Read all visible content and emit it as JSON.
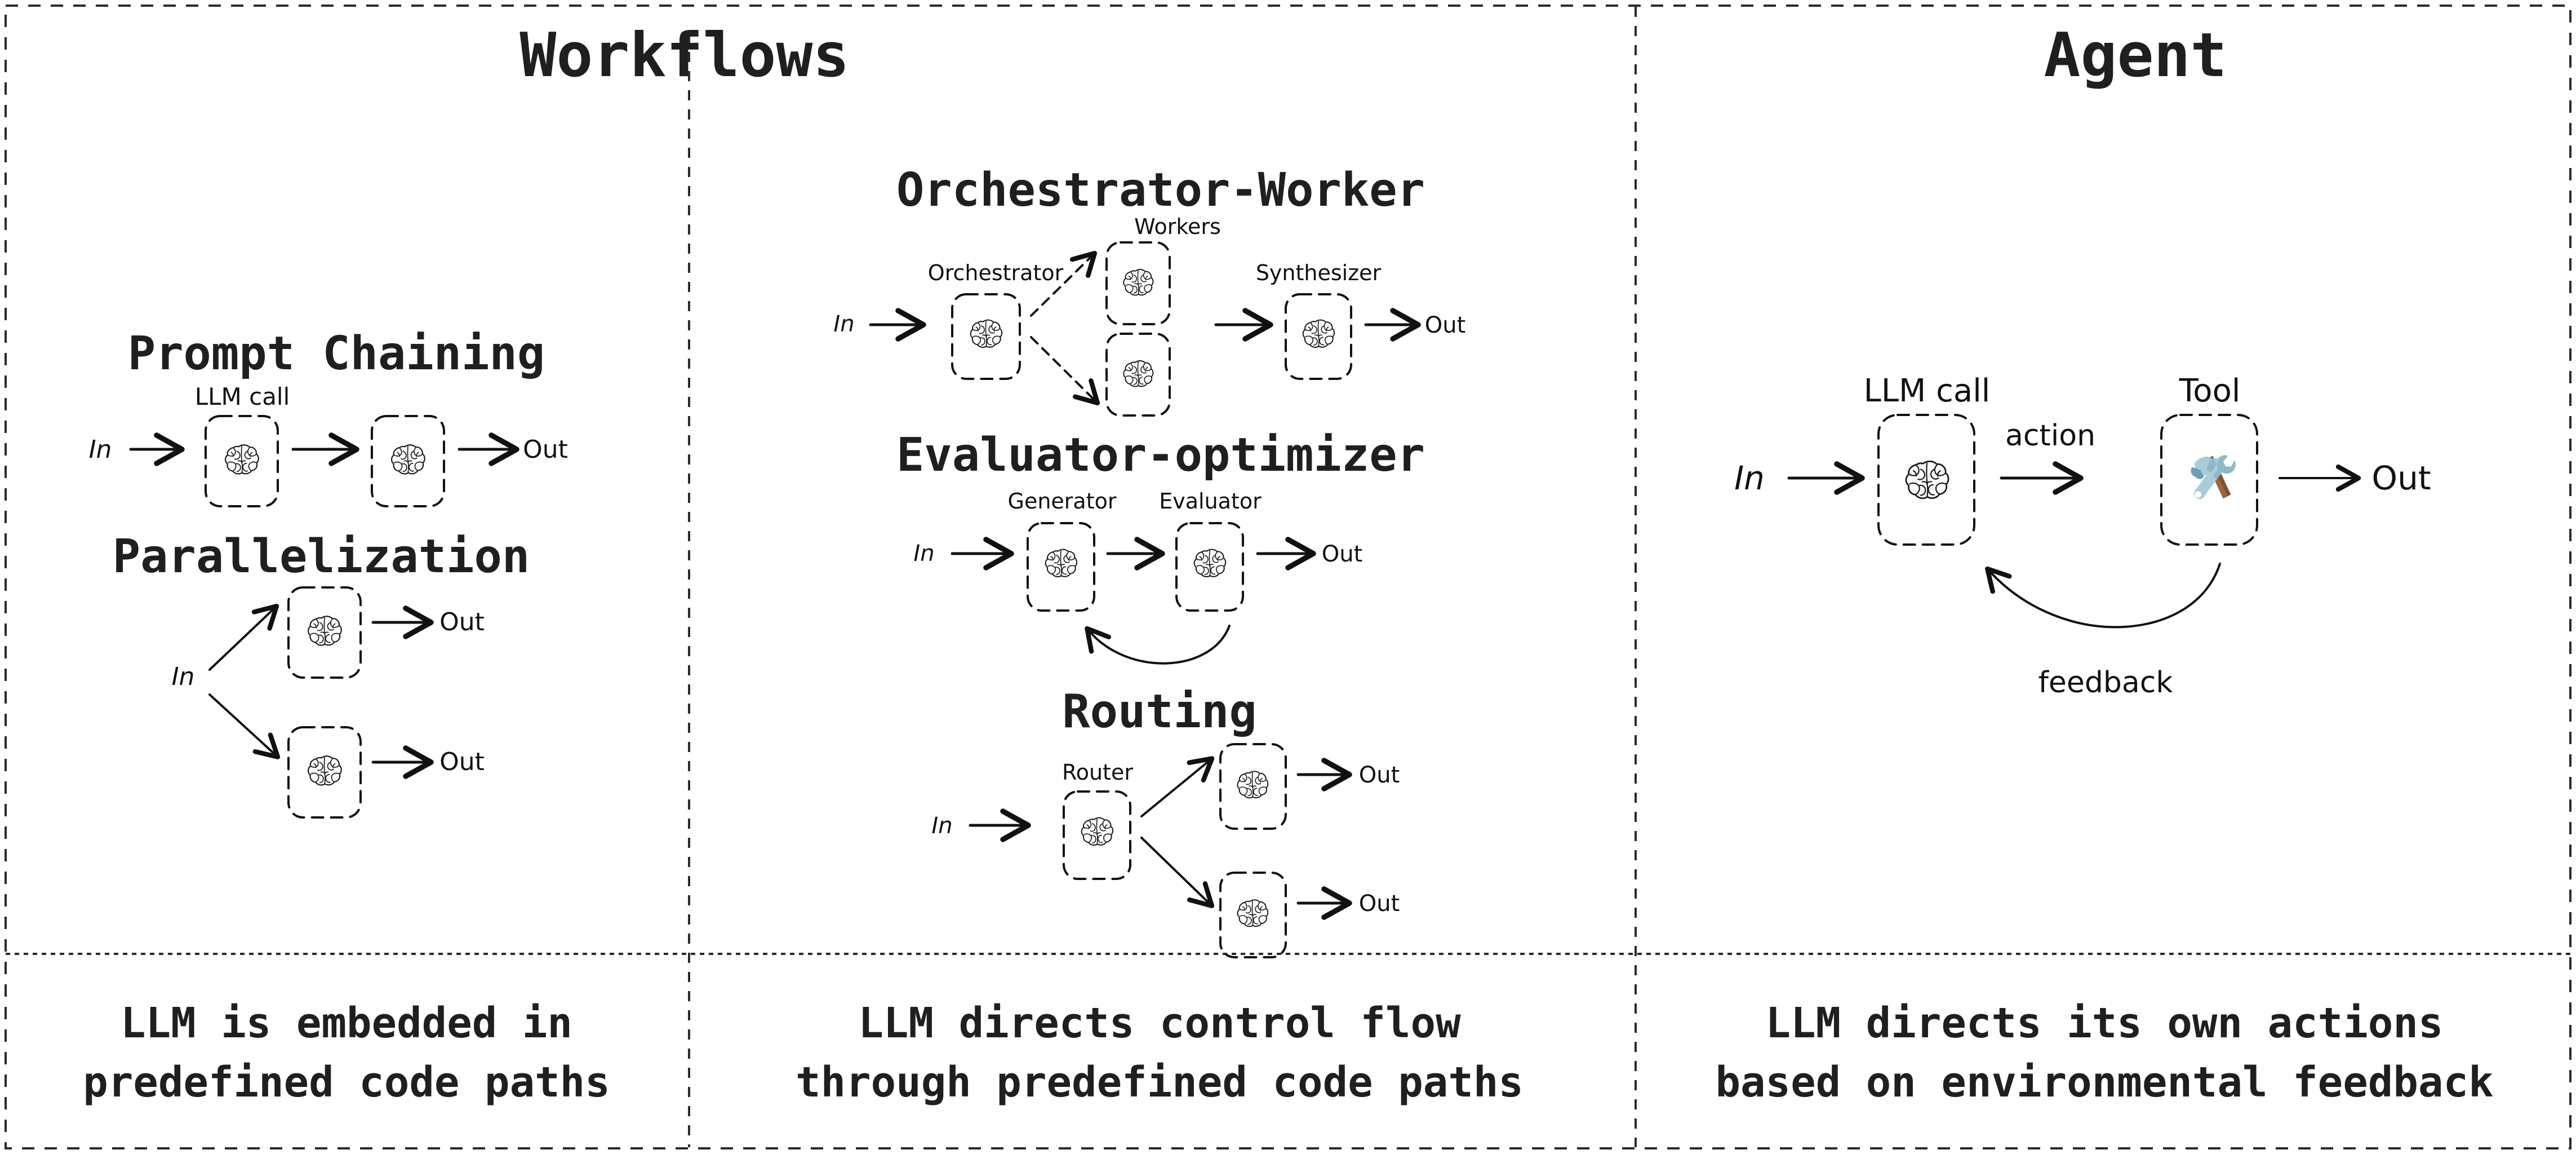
{
  "figure": {
    "type": "diagram",
    "subject": "LLM workflows versus agents reference diagram",
    "background": "#ffffff",
    "ink_color": "#1a1a1a"
  },
  "columns": {
    "workflows": {
      "heading": "Workflows",
      "caption_line1": "LLM is embedded in",
      "caption_line2": "predefined code paths"
    },
    "workflows_mid": {
      "caption_line1": "LLM directs control flow",
      "caption_line2": "through predefined code paths"
    },
    "agent": {
      "heading": "Agent",
      "caption_line1": "LLM directs its own actions",
      "caption_line2": "based on environmental feedback"
    }
  },
  "patterns": [
    {
      "id": "prompt-chaining",
      "title": "Prompt Chaining",
      "input_label": "In",
      "output_label": "Out",
      "node_labels": [
        "LLM call"
      ],
      "nodes": [
        "brain",
        "brain"
      ]
    },
    {
      "id": "parallelization",
      "title": "Parallelization",
      "input_label": "In",
      "output_labels": [
        "Out",
        "Out"
      ],
      "nodes": [
        "brain",
        "brain"
      ]
    },
    {
      "id": "orchestrator-worker",
      "title": "Orchestrator-Worker",
      "input_label": "In",
      "output_label": "Out",
      "node_labels": [
        "Orchestrator",
        "Workers",
        "Synthesizer"
      ],
      "nodes": [
        "brain",
        "brain",
        "brain",
        "brain"
      ]
    },
    {
      "id": "evaluator-optimizer",
      "title": "Evaluator-optimizer",
      "input_label": "In",
      "output_label": "Out",
      "node_labels": [
        "Generator",
        "Evaluator"
      ],
      "nodes": [
        "brain",
        "brain"
      ]
    },
    {
      "id": "routing",
      "title": "Routing",
      "input_label": "In",
      "output_labels": [
        "Out",
        "Out"
      ],
      "node_labels": [
        "Router"
      ],
      "nodes": [
        "brain",
        "brain",
        "brain"
      ]
    },
    {
      "id": "agent-loop",
      "input_label": "In",
      "output_label": "Out",
      "node_labels": [
        "LLM call",
        "Tool"
      ],
      "edge_labels": [
        "action",
        "feedback"
      ],
      "nodes": [
        "brain",
        "tool"
      ]
    }
  ],
  "icons": {
    "brain": "brain-icon",
    "tool": "hammer-and-wrench-icon",
    "tool_colors": {
      "metal_light": "#a8cdd8",
      "metal_mid": "#8fb9c6",
      "metal_dark": "#6f9faf",
      "handle_brown": "#9a6642",
      "handle_brown_dark": "#7e5235"
    }
  }
}
